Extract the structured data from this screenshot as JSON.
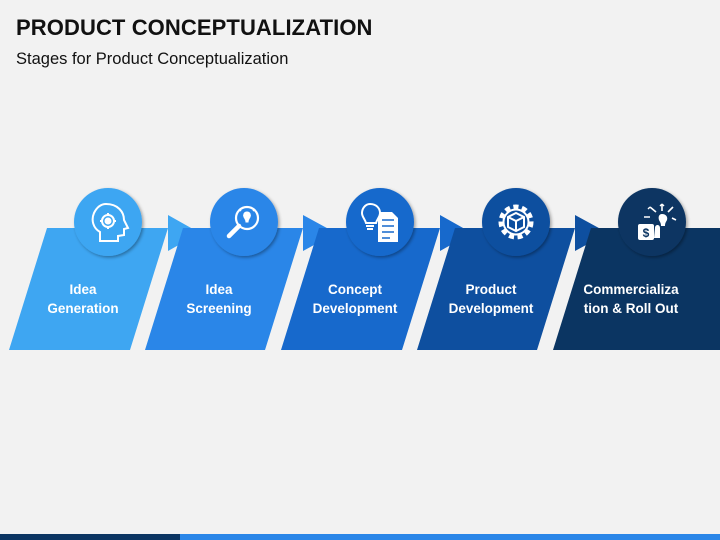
{
  "title": "PRODUCT CONCEPTUALIZATION",
  "subtitle": "Stages for Product Conceptualization",
  "stages": [
    {
      "line1": "Idea",
      "line2": "Generation",
      "icon": "head-gear-icon",
      "color": "#3ea6f2"
    },
    {
      "line1": "Idea",
      "line2": "Screening",
      "icon": "magnifier-bulb-icon",
      "color": "#2a86e8"
    },
    {
      "line1": "Concept",
      "line2": "Development",
      "icon": "bulb-document-icon",
      "color": "#1769cc"
    },
    {
      "line1": "Product",
      "line2": "Development",
      "icon": "gear-box-icon",
      "color": "#0e4f9f"
    },
    {
      "line1": "Commercializa",
      "line2": "tion & Roll Out",
      "icon": "money-bag-bulb-icon",
      "color": "#0b3562"
    }
  ]
}
